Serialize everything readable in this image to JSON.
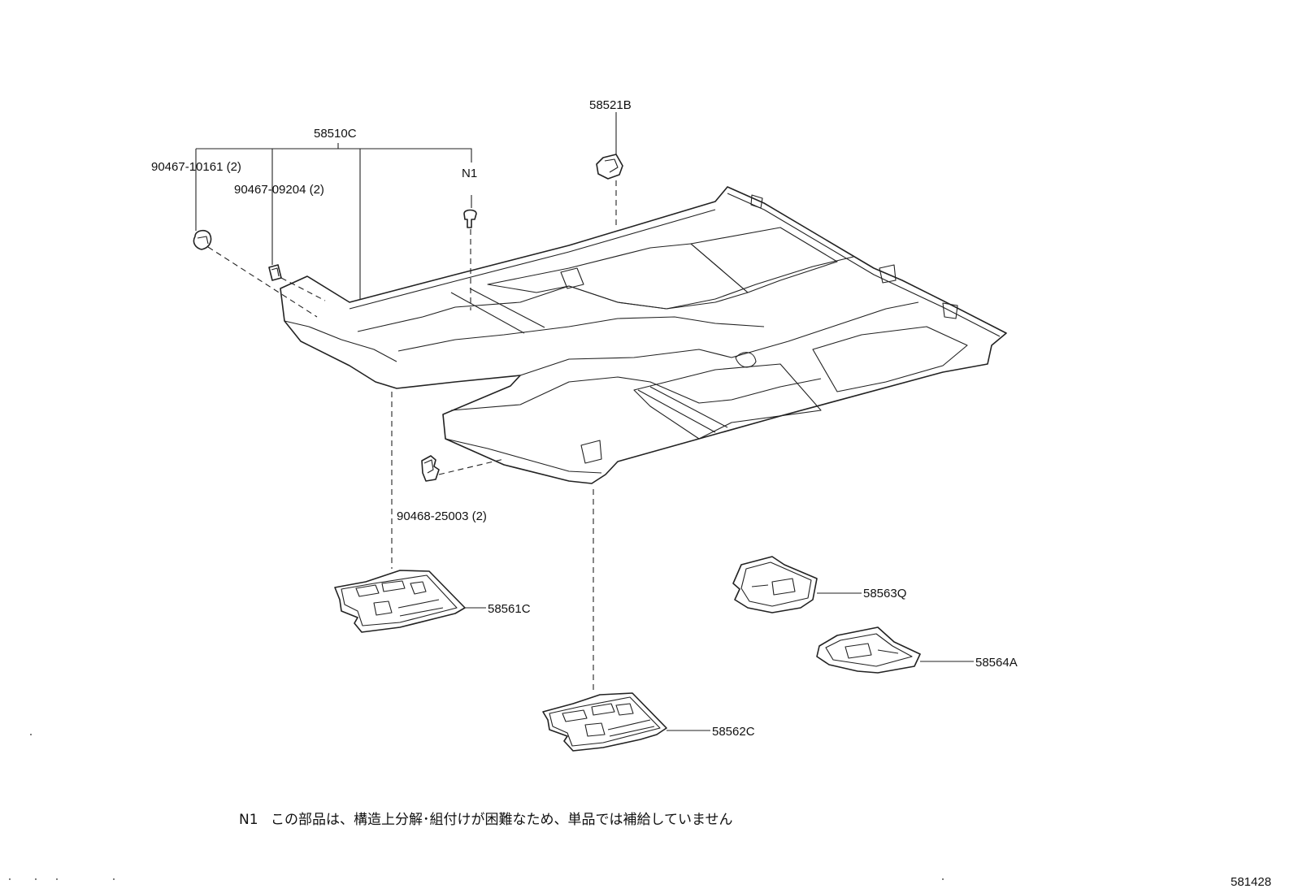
{
  "labels": {
    "p58510C": "58510C",
    "p58521B": "58521B",
    "p90467_10161": "90467-10161 (2)",
    "p90467_09204": "90467-09204 (2)",
    "pN1": "N1",
    "p90468_25003": "90468-25003 (2)",
    "p58561C": "58561C",
    "p58563Q": "58563Q",
    "p58564A": "58564A",
    "p58562C": "58562C"
  },
  "footnote": {
    "marker": "N1",
    "text": "この部品は、構造上分解･組付けが困難なため、単品では補給していません"
  },
  "diagram_number": "581428"
}
